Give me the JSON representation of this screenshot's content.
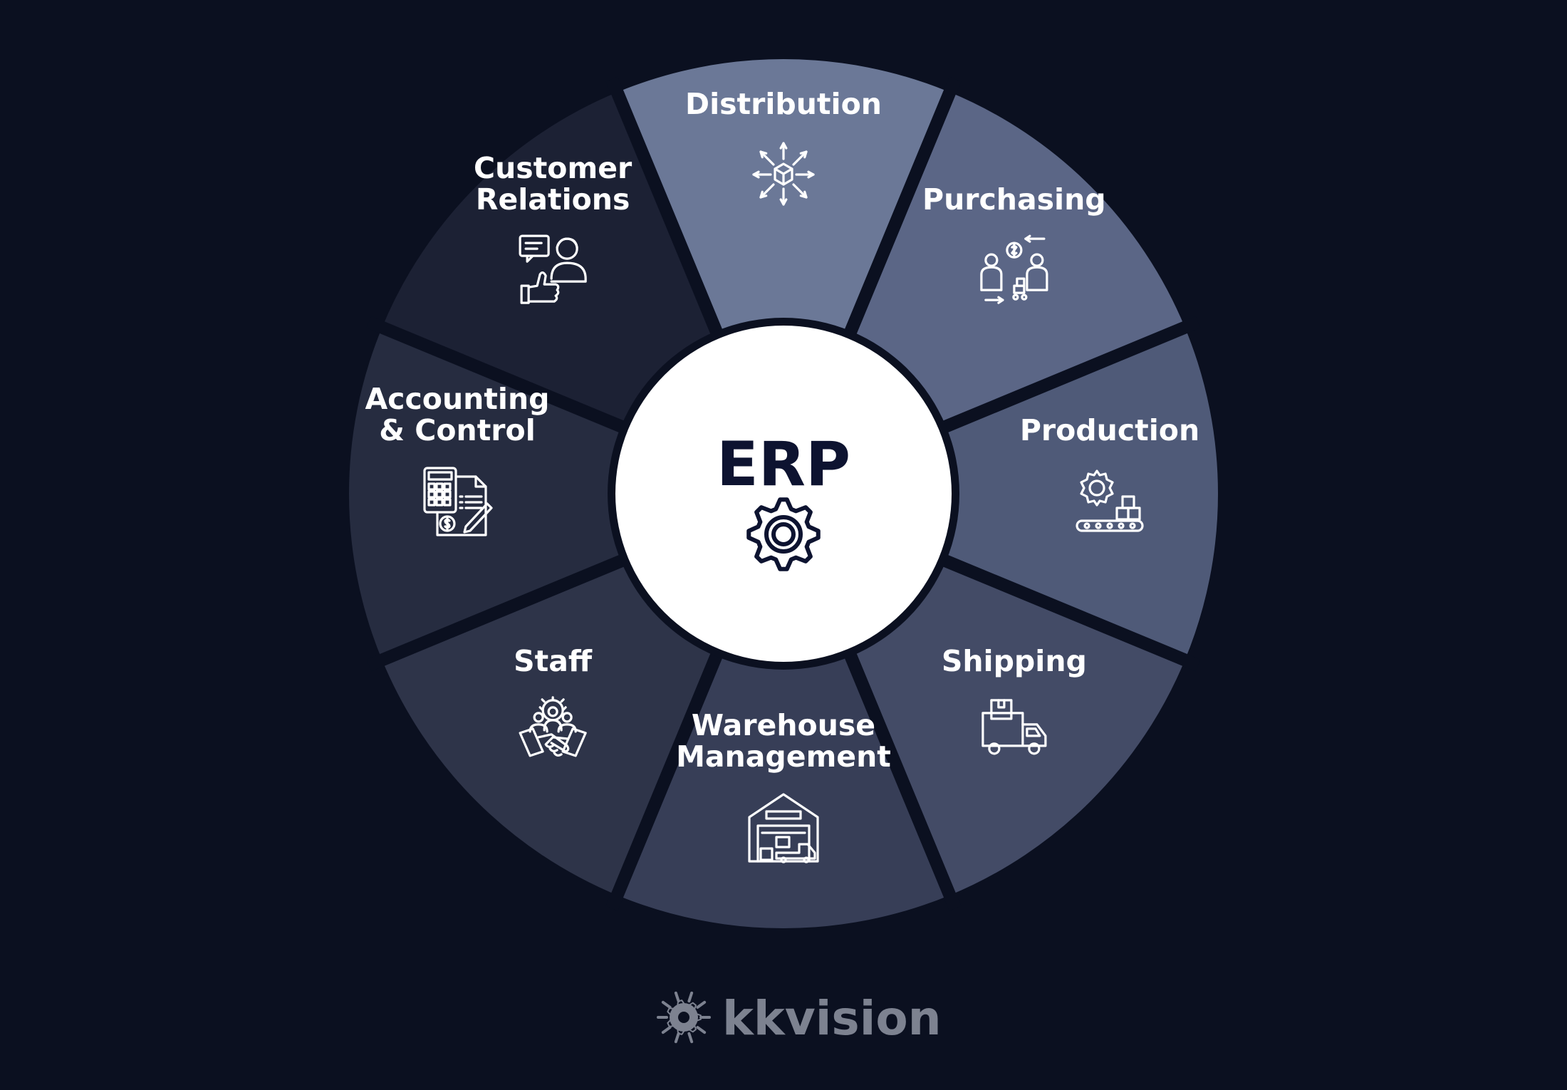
{
  "diagram": {
    "center": {
      "title": "ERP",
      "icon": "gear-icon"
    },
    "segments": [
      {
        "id": "distribution",
        "lines": [
          "Distribution"
        ],
        "icon": "distribution-box-icon",
        "color": "#6b7897"
      },
      {
        "id": "purchasing",
        "lines": [
          "Purchasing"
        ],
        "icon": "purchasing-people-icon",
        "color": "#5b6686"
      },
      {
        "id": "production",
        "lines": [
          "Production"
        ],
        "icon": "production-gear-conveyor-icon",
        "color": "#4f5a78"
      },
      {
        "id": "shipping",
        "lines": [
          "Shipping"
        ],
        "icon": "delivery-truck-icon",
        "color": "#434b66"
      },
      {
        "id": "warehouse",
        "lines": [
          "Warehouse",
          "Management"
        ],
        "icon": "warehouse-icon",
        "color": "#373e57"
      },
      {
        "id": "staff",
        "lines": [
          "Staff"
        ],
        "icon": "staff-handshake-icon",
        "color": "#2e3449"
      },
      {
        "id": "accounting",
        "lines": [
          "Accounting",
          "& Control"
        ],
        "icon": "accounting-calculator-icon",
        "color": "#262c40"
      },
      {
        "id": "customer",
        "lines": [
          "Customer",
          "Relations"
        ],
        "icon": "customer-thumbs-up-icon",
        "color": "#1c2134"
      }
    ]
  },
  "brand": {
    "name": "kkvision",
    "icon": "kkvision-gear-logo"
  },
  "colors": {
    "background": "#0b1020",
    "center_fill": "#ffffff",
    "center_text": "#0d1330",
    "brand_gray": "#7d8290"
  }
}
